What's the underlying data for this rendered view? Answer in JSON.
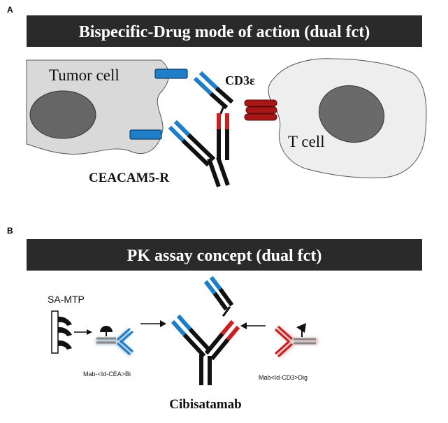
{
  "panel_a": {
    "letter": "A",
    "title": "Bispecific-Drug mode of action (dual fct)",
    "tumor_label": "Tumor cell",
    "tcell_label": "T cell",
    "cd3_label": "CD3ε",
    "ceacam_label": "CEACAM5-R"
  },
  "panel_b": {
    "letter": "B",
    "title": "PK assay concept (dual fct)",
    "sa_mtp_label": "SA-MTP",
    "left_reagent_label": "Mab-<Id-CEA>Bi",
    "right_reagent_label": "Mab<Id-CD3>Dig",
    "drug_label": "Cibisatamab"
  },
  "colors": {
    "banner": "#2a2a2a",
    "cell_fill": "#d9d9d9",
    "blue": "#1e7ec8",
    "red": "#cc1f1f",
    "dark_red": "#a81616"
  }
}
